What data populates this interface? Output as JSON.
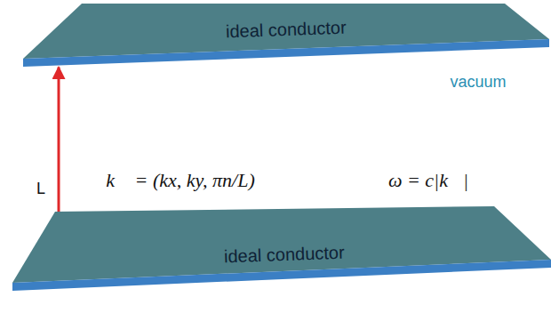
{
  "diagram": {
    "nodes": [
      {
        "text": [
          "ideal conductor"
        ]
      },
      {
        "text": [
          "ideal conductor"
        ]
      }
    ],
    "edges": [
      {
        "from": 0,
        "to": 1,
        "arrow": "both"
      }
    ],
    "labels": [
      "vacuum",
      "L",
      "k⃗ = (kx, ky, πn/L)",
      "ω = c|k⃗|"
    ]
  }
}
